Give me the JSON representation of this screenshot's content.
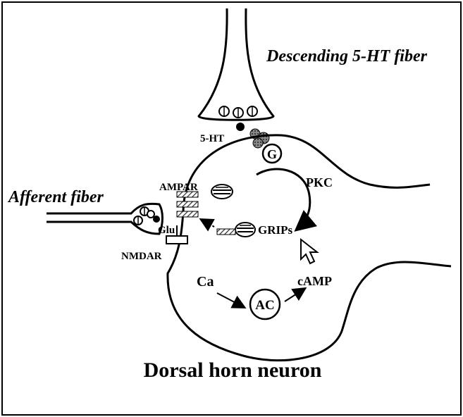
{
  "labels": {
    "descending_fiber": "Descending 5-HT fiber",
    "afferent_fiber": "Afferent fiber",
    "serotonin": "5-HT",
    "g_protein": "G",
    "pkc": "PKC",
    "ampar": "AMPAR",
    "glutamate": "Glu",
    "nmdar": "NMDAR",
    "grips": "GRIPs",
    "calcium": "Ca",
    "camp": "cAMP",
    "adenylyl_cyclase": "AC",
    "neuron": "Dorsal horn neuron"
  },
  "colors": {
    "ink": "#000000",
    "background": "#ffffff",
    "hatch": "#555555"
  }
}
